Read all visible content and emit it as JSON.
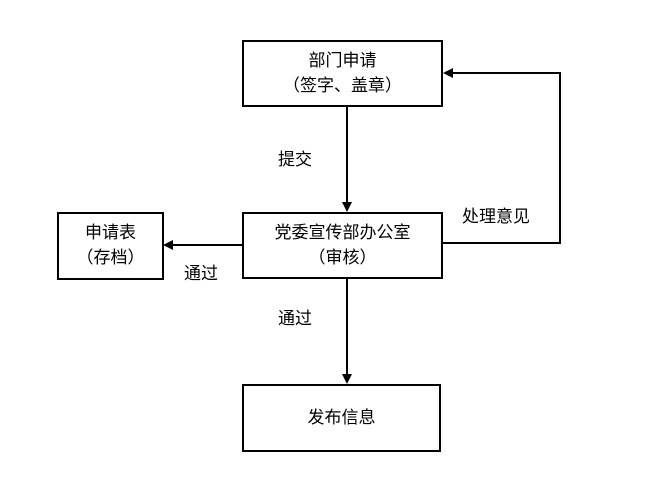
{
  "background": "#ffffff",
  "line_color": "#000000",
  "nodes": {
    "department_application": {
      "line1": "部门申请",
      "line2": "（签字、盖章）"
    },
    "propaganda_office": {
      "line1": "党委宣传部办公室",
      "line2": "（审核）"
    },
    "application_form": {
      "line1": "申请表",
      "line2": "（存档）"
    },
    "publish_info": {
      "line1": "发布信息"
    }
  },
  "edges": {
    "submit": "提交",
    "handling_opinion": "处理意见",
    "pass_archive": "通过",
    "pass_publish": "通过"
  }
}
